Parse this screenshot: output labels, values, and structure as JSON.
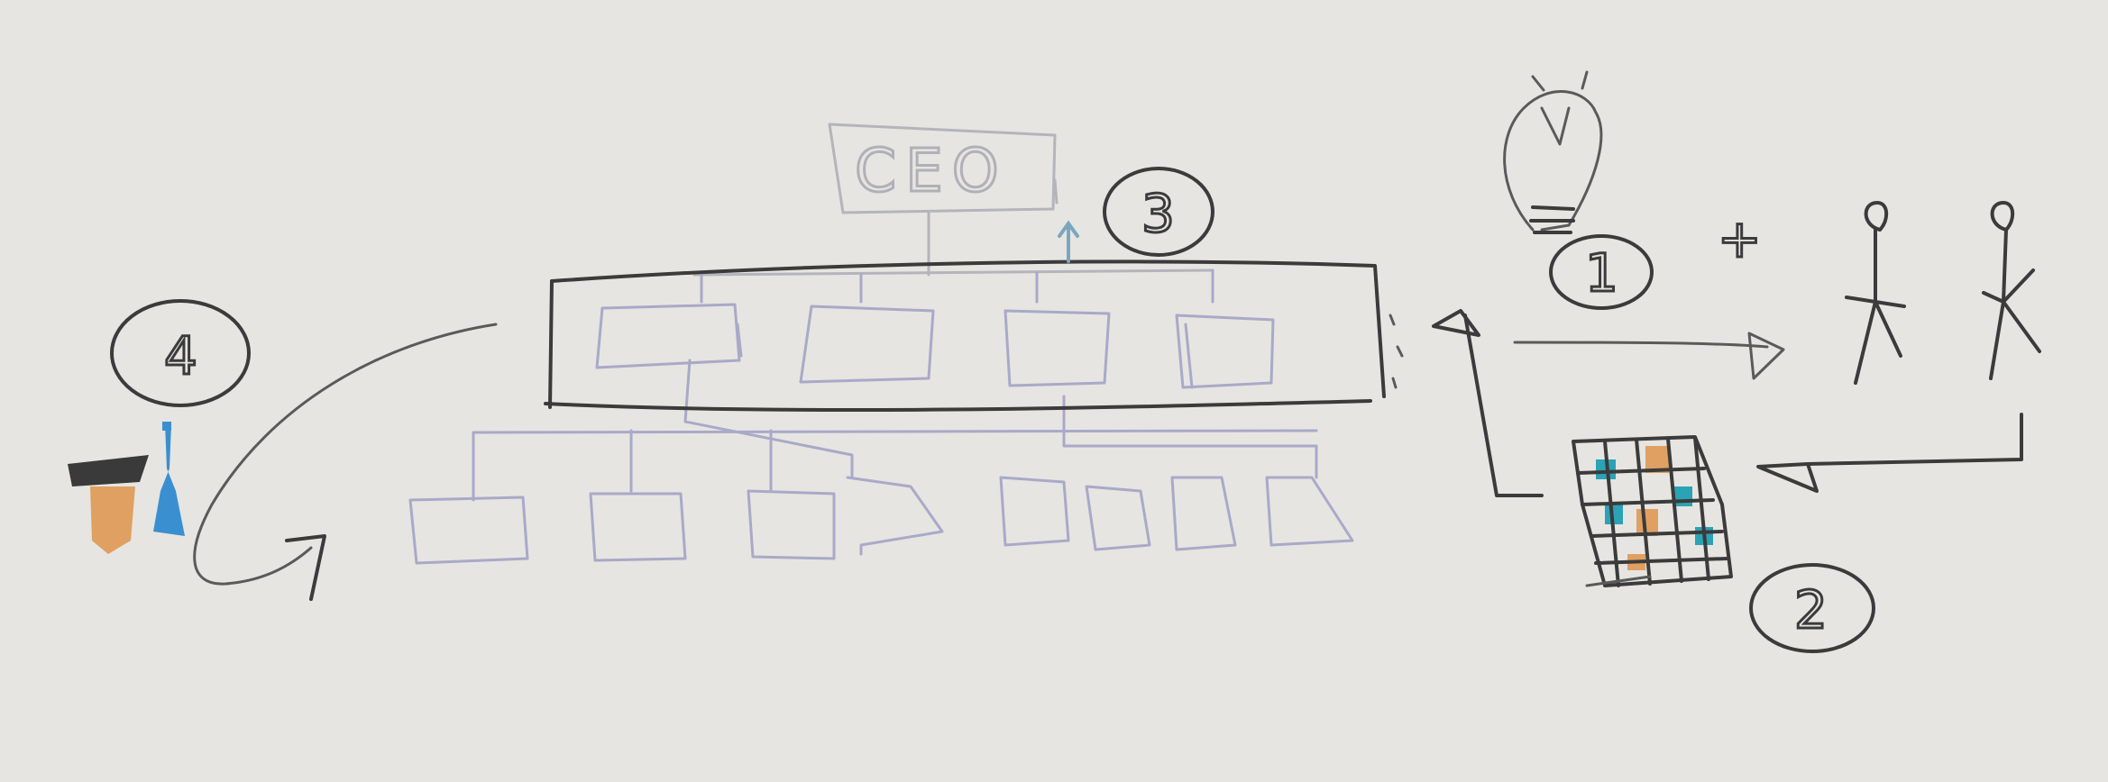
{
  "diagram": {
    "top_box_label": "CEO",
    "step_markers": [
      "1",
      "2",
      "3",
      "4"
    ],
    "plus_sign": "+",
    "icons": [
      "lightbulb-icon",
      "stick-figure-icon",
      "grid-board-icon",
      "graduate-icon"
    ],
    "colors": {
      "paper": "#e6e5e1",
      "pencil": "#3b3b3b",
      "faint_chart": "#a9a9c9",
      "orange": "#e0a062",
      "blue": "#3a8fd0",
      "teal": "#2aa3b5"
    }
  }
}
